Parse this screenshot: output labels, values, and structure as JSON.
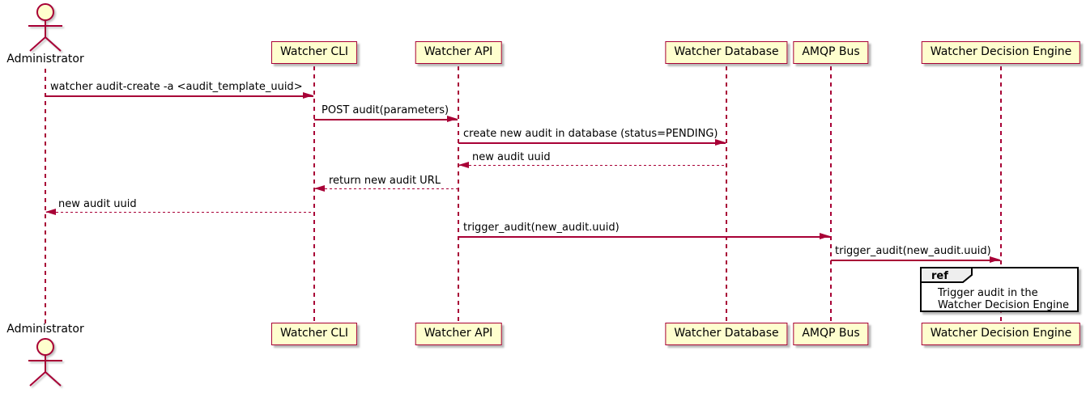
{
  "diagram": {
    "type": "uml-sequence-diagram",
    "actor": {
      "name": "Administrator"
    },
    "participants": [
      {
        "name": "Watcher CLI"
      },
      {
        "name": "Watcher API"
      },
      {
        "name": "Watcher Database"
      },
      {
        "name": "AMQP Bus"
      },
      {
        "name": "Watcher Decision Engine"
      }
    ],
    "messages": [
      {
        "from": "Administrator",
        "to": "Watcher CLI",
        "label": "watcher audit-create -a <audit_template_uuid>",
        "style": "solid"
      },
      {
        "from": "Watcher CLI",
        "to": "Watcher API",
        "label": "POST audit(parameters)",
        "style": "solid"
      },
      {
        "from": "Watcher API",
        "to": "Watcher Database",
        "label": "create new audit in database (status=PENDING)",
        "style": "solid"
      },
      {
        "from": "Watcher Database",
        "to": "Watcher API",
        "label": "new audit uuid",
        "style": "dashed"
      },
      {
        "from": "Watcher API",
        "to": "Watcher CLI",
        "label": "return new audit URL",
        "style": "dashed"
      },
      {
        "from": "Watcher CLI",
        "to": "Administrator",
        "label": "new audit uuid",
        "style": "dashed"
      },
      {
        "from": "Watcher API",
        "to": "AMQP Bus",
        "label": "trigger_audit(new_audit.uuid)",
        "style": "solid"
      },
      {
        "from": "AMQP Bus",
        "to": "Watcher Decision Engine",
        "label": "trigger_audit(new_audit.uuid)",
        "style": "solid"
      }
    ],
    "ref": {
      "keyword": "ref",
      "lines": [
        "Trigger audit in the",
        "Watcher Decision Engine"
      ],
      "over": "Watcher Decision Engine"
    },
    "colors": {
      "participant_fill": "#FEFECE",
      "participant_border": "#A80036",
      "line_color": "#A80036",
      "text_color": "#000000",
      "ref_border": "#000000",
      "ref_tab_fill": "#EEEEEE"
    }
  }
}
